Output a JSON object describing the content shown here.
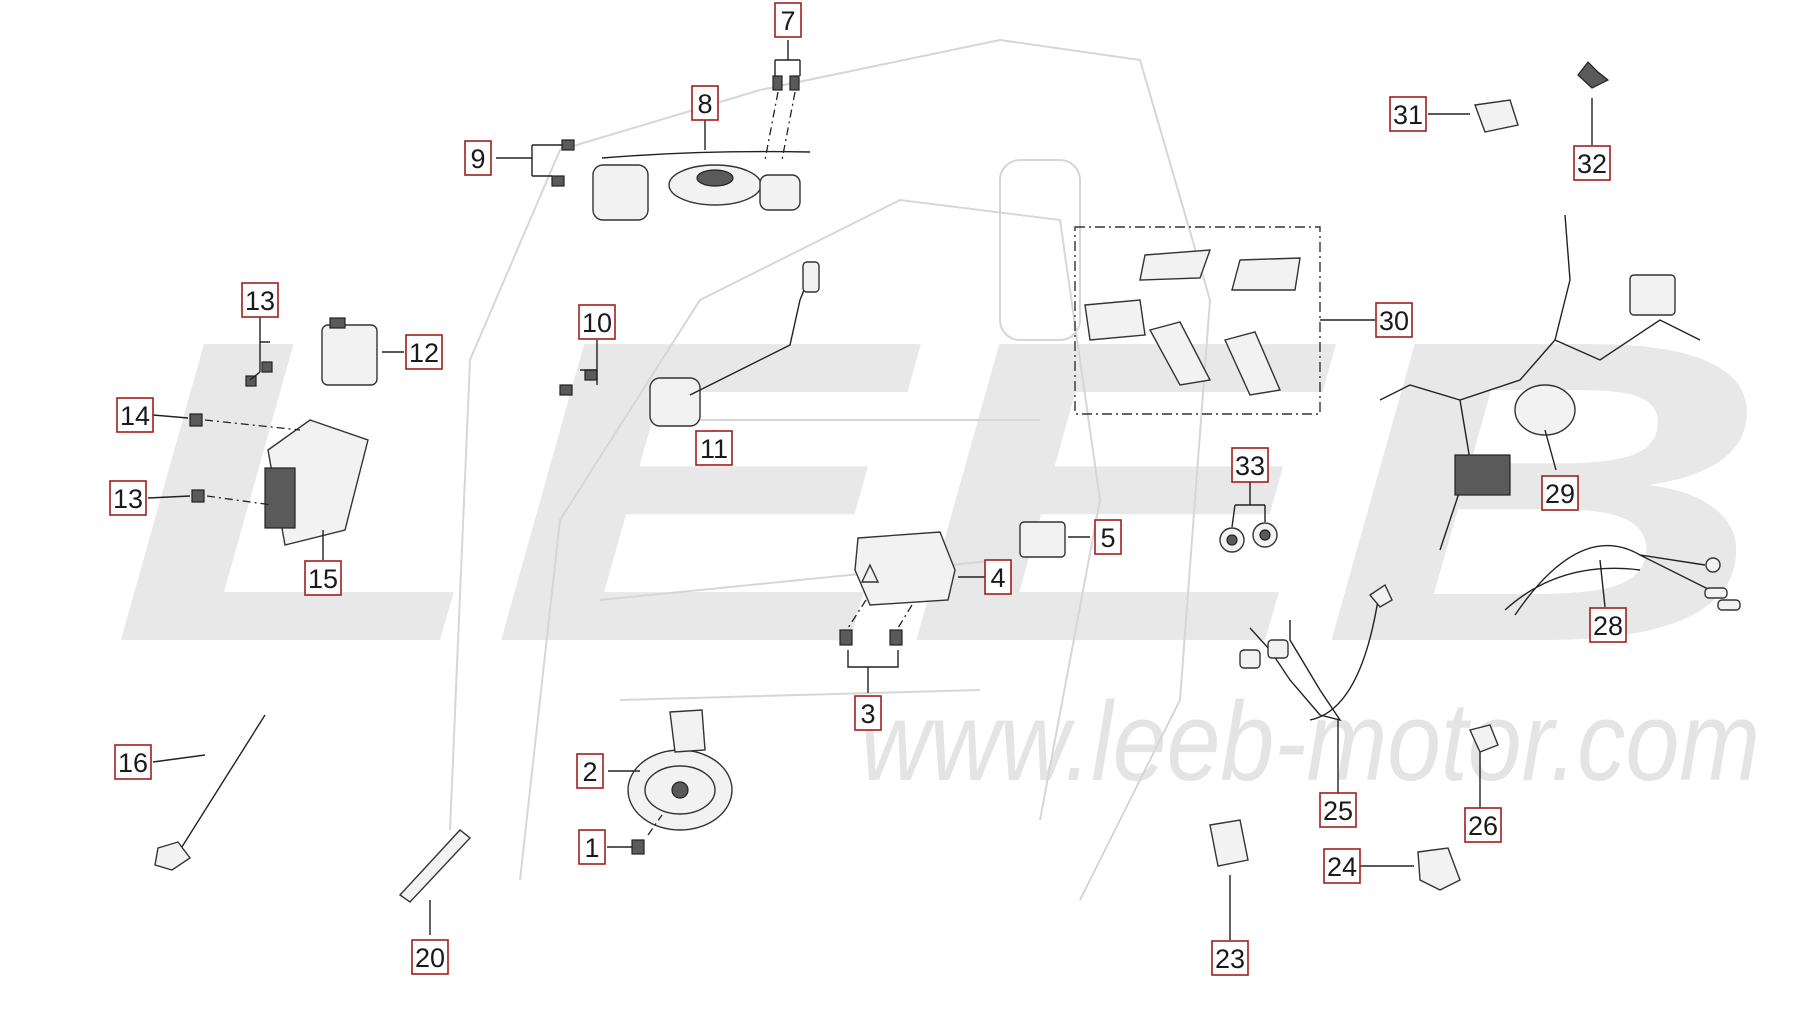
{
  "watermark": {
    "brand": "LEEB",
    "url": "www.leeb-motor.com"
  },
  "callouts": [
    "7",
    "8",
    "9",
    "13",
    "12",
    "10",
    "14",
    "13",
    "15",
    "11",
    "30",
    "31",
    "32",
    "33",
    "29",
    "5",
    "4",
    "3",
    "28",
    "16",
    "2",
    "1",
    "20",
    "25",
    "26",
    "24",
    "23"
  ],
  "colors": {
    "callout_border": "#a0201c",
    "line": "#222222",
    "watermark": "#e8e8e8"
  }
}
